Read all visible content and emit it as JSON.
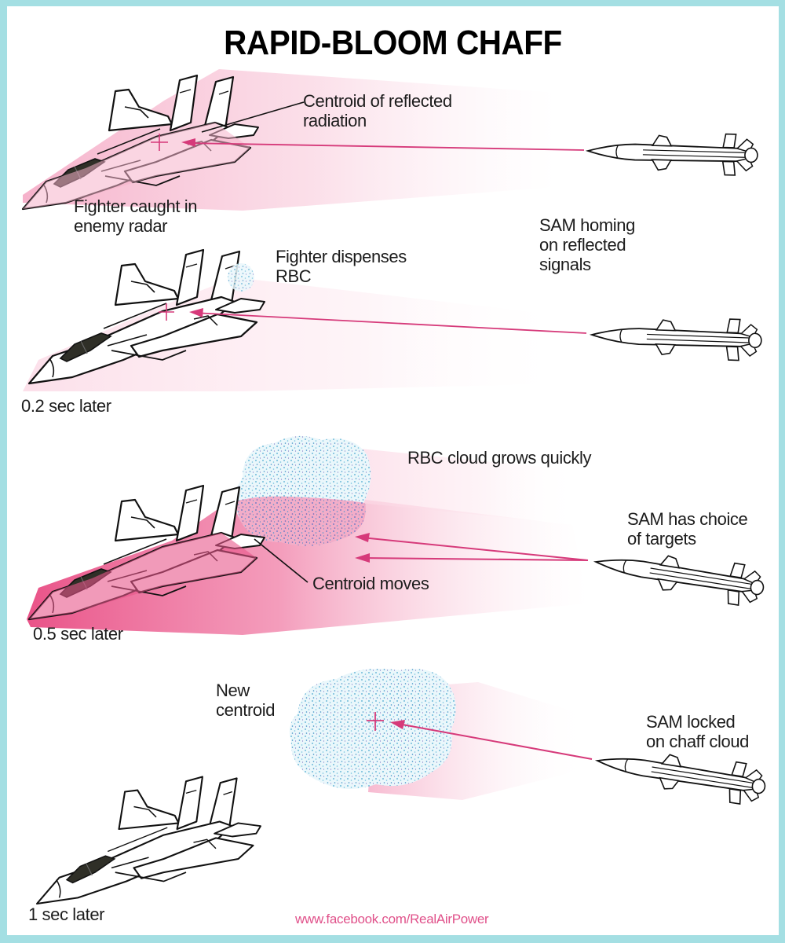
{
  "title": "RAPID-BLOOM CHAFF",
  "colors": {
    "frame": "#a4dfe3",
    "radar_pink": "#f06b9a",
    "chaff_blue": "#5bb7d6",
    "signal_line": "#d63a7a",
    "credit": "#e0518a"
  },
  "panels": [
    {
      "id": "panel-1",
      "labels": {
        "centroid": "Centroid of reflected\nradiation",
        "fighter": "Fighter caught in\nenemy radar",
        "sam": "SAM homing\non reflected\nsignals"
      }
    },
    {
      "id": "panel-2",
      "labels": {
        "dispense": "Fighter dispenses\nRBC",
        "time": "0.2 sec later"
      }
    },
    {
      "id": "panel-3",
      "labels": {
        "cloud": "RBC cloud grows quickly",
        "sam": "SAM has choice\nof targets",
        "centroid": "Centroid moves",
        "time": "0.5 sec later"
      }
    },
    {
      "id": "panel-4",
      "labels": {
        "centroid": "New\ncentroid",
        "sam": "SAM locked\non chaff cloud",
        "time": "1 sec later"
      }
    }
  ],
  "credit": "www.facebook.com/RealAirPower",
  "icons": {
    "fighter": "fighter-jet-icon",
    "missile": "sam-missile-icon",
    "chaff": "chaff-cloud-icon",
    "centroid": "crosshair-icon"
  }
}
